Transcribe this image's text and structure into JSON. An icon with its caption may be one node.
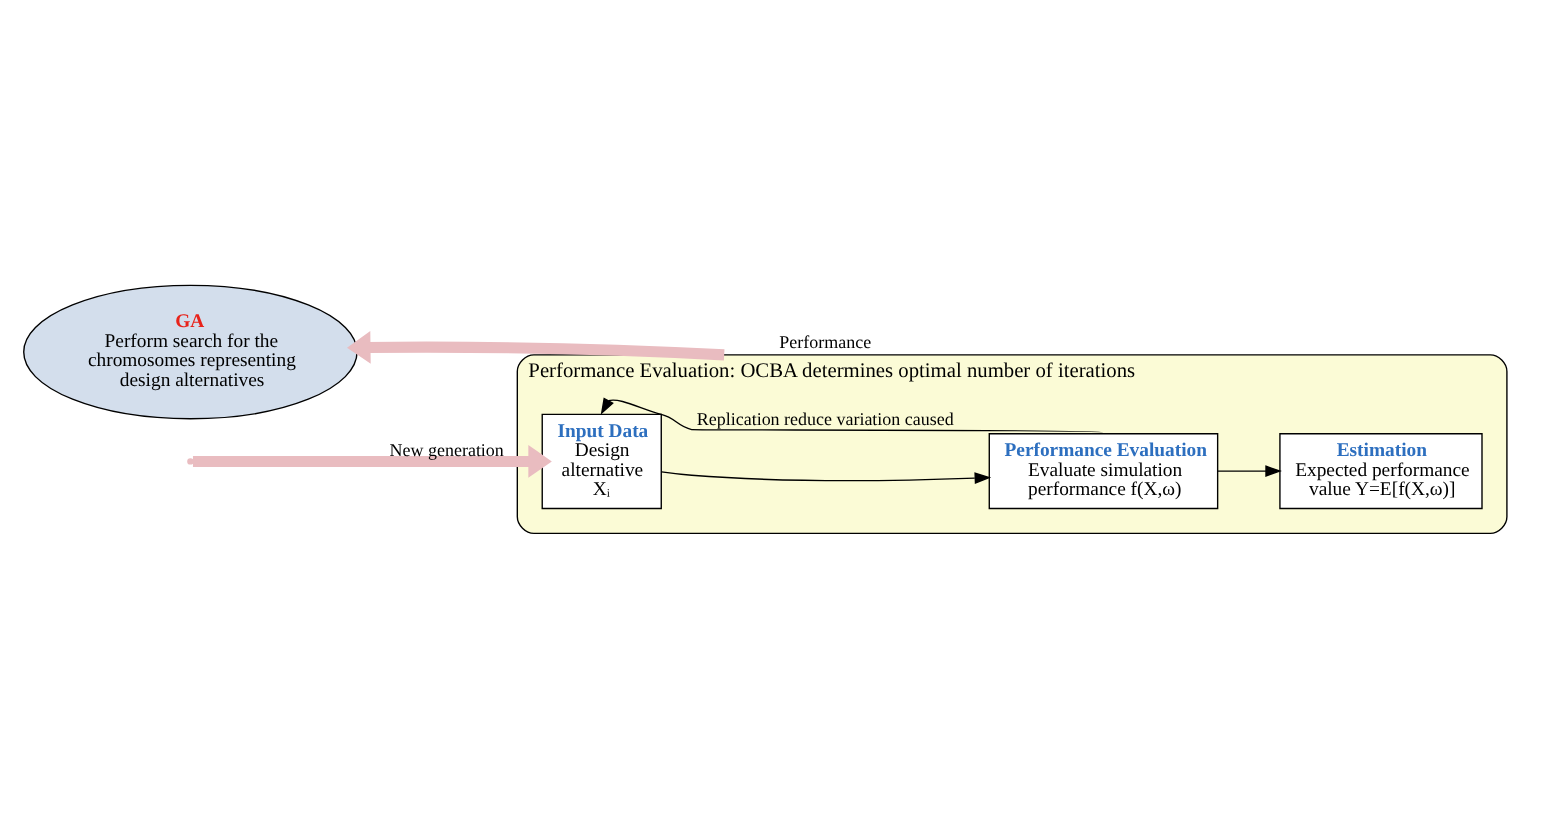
{
  "diagram": {
    "nodes": [
      {
        "text": [
          "GA",
          "Perform search for the chromosomes representing design alternatives"
        ]
      },
      {
        "text": [
          "Performance Evaluation: OCBA determines optimal number of iterations"
        ]
      },
      {
        "text": [
          "Input Data",
          "Design alternative Xᵢ"
        ],
        "in": 1
      },
      {
        "text": [
          "Performance Evaluation",
          "Evaluate simulation performance f(X,ω)"
        ],
        "in": 1
      },
      {
        "text": [
          "Estimation",
          "Expected performance value Y=E[f(X,ω)]"
        ],
        "in": 1
      }
    ],
    "edges": [
      {
        "from": null,
        "to": 2,
        "arrow": "to",
        "label": "New generation",
        "style": "thick",
        "color": "#e9bcc0"
      },
      {
        "from": 1,
        "to": 0,
        "arrow": "to",
        "label": "Performance",
        "style": "thick",
        "color": "#e9bcc0"
      },
      {
        "from": 2,
        "to": 3,
        "arrow": "to"
      },
      {
        "from": 3,
        "to": 4,
        "arrow": "to"
      },
      {
        "from": 3,
        "to": 2,
        "arrow": "to",
        "label": "Replication reduce variation caused"
      }
    ]
  }
}
